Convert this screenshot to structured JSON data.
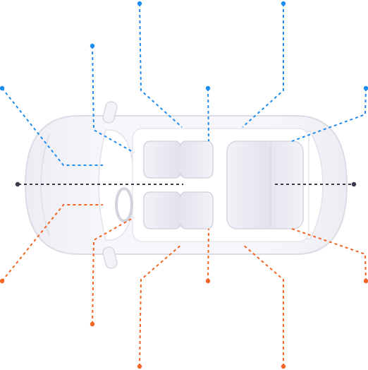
{
  "colors": {
    "blue": "#1f8cf0",
    "orange": "#f26522",
    "dark": "#3a3a4a",
    "body_fill": "#f4f4f8",
    "body_stroke": "#dcdce6",
    "seat_fill": "#e6e6ef",
    "seat_stroke": "#d6d6e2",
    "background": "#ffffff"
  },
  "diagram": {
    "subject": "car-top-view",
    "callout_line_style": "dashed",
    "callout_marker": "dot",
    "callout_groups": [
      {
        "name": "top-callouts",
        "color": "blue",
        "count": 6
      },
      {
        "name": "bottom-callouts",
        "color": "orange",
        "count": 6
      },
      {
        "name": "center-axis",
        "color": "dark",
        "count": 2
      }
    ]
  }
}
